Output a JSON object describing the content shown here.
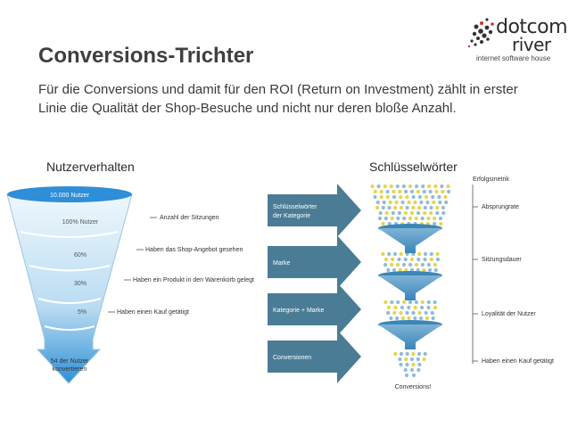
{
  "title": "Conversions-Trichter",
  "body_text": "Für die Conversions und damit für den ROI (Return on Investment) zählt in erster Linie die Qualität der Shop-Besuche und nicht nur deren bloße Anzahl.",
  "logo": {
    "line1": "dotcom",
    "line2": "river",
    "tagline": "internet software house"
  },
  "left_heading": "Nutzerverhalten",
  "right_heading": "Schlüsselwörter",
  "funnel": {
    "top_label": "10.000 Nutzer",
    "levels": [
      {
        "value": "100% Nutzer",
        "annotation": "Anzahl der Sitzungen"
      },
      {
        "value": "60%",
        "annotation": "Haben das Shop-Angebot gesehen"
      },
      {
        "value": "30%",
        "annotation": "Haben ein Produkt in den Warenkorb gelegt"
      },
      {
        "value": "5%",
        "annotation": "Haben einen Kauf getätigt"
      }
    ],
    "bottom_line1": "54 der Nutzer",
    "bottom_line2": "konvertieren"
  },
  "keywords": [
    {
      "line1": "Schlüsselwörter",
      "line2": "der Kategorie"
    },
    {
      "line1": "Marke",
      "line2": ""
    },
    {
      "line1": "Kategorie + Marke",
      "line2": ""
    },
    {
      "line1": "Conversionen",
      "line2": ""
    }
  ],
  "metrics_title": "Erfolgsmetrik",
  "metrics": [
    "Absprungrate",
    "Sitzungsdauer",
    "Loyalität der Nutzer",
    "Haben einen Kauf getätigt"
  ],
  "filter_caption": "Conversions!",
  "colors": {
    "accent_blue": "#3d7fb0",
    "arrow_dark": "#4a7c95",
    "funnel_light": "#dbeef9",
    "funnel_dark": "#2f8fd6",
    "dot_yellow": "#e6d44a",
    "dot_blue": "#8fbbd8"
  }
}
